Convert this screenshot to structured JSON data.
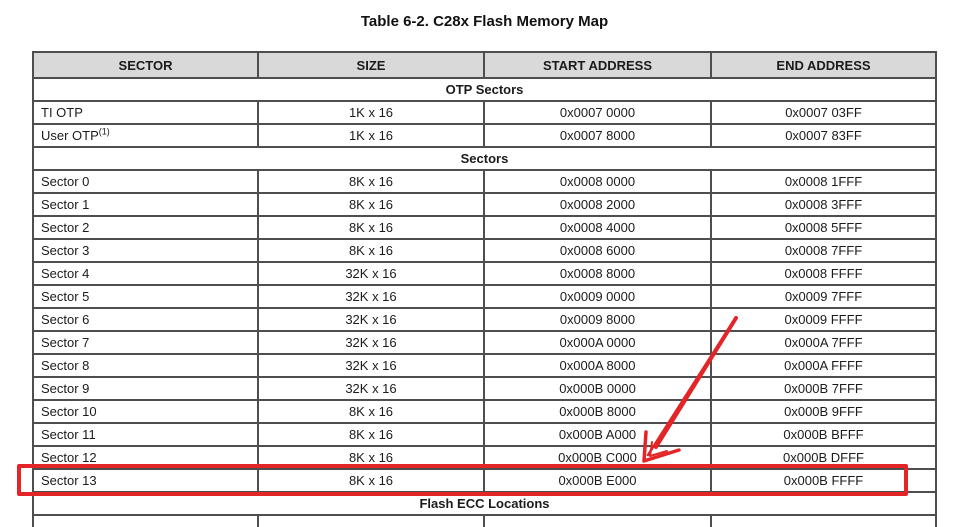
{
  "title": "Table 6-2. C28x Flash Memory Map",
  "table": {
    "columns": [
      "SECTOR",
      "SIZE",
      "START ADDRESS",
      "END ADDRESS"
    ],
    "rows": [
      {
        "type": "section",
        "label": "OTP Sectors"
      },
      {
        "type": "data",
        "cells": [
          "TI OTP",
          "1K x 16",
          "0x0007 0000",
          "0x0007 03FF"
        ]
      },
      {
        "type": "data",
        "cells": [
          "User OTP",
          "1K x 16",
          "0x0007 8000",
          "0x0007 83FF"
        ],
        "sup": "(1)"
      },
      {
        "type": "section",
        "label": "Sectors"
      },
      {
        "type": "data",
        "cells": [
          "Sector 0",
          "8K x 16",
          "0x0008 0000",
          "0x0008 1FFF"
        ]
      },
      {
        "type": "data",
        "cells": [
          "Sector 1",
          "8K x 16",
          "0x0008 2000",
          "0x0008 3FFF"
        ]
      },
      {
        "type": "data",
        "cells": [
          "Sector 2",
          "8K x 16",
          "0x0008 4000",
          "0x0008 5FFF"
        ]
      },
      {
        "type": "data",
        "cells": [
          "Sector 3",
          "8K x 16",
          "0x0008 6000",
          "0x0008 7FFF"
        ]
      },
      {
        "type": "data",
        "cells": [
          "Sector 4",
          "32K x 16",
          "0x0008 8000",
          "0x0008 FFFF"
        ]
      },
      {
        "type": "data",
        "cells": [
          "Sector 5",
          "32K x 16",
          "0x0009 0000",
          "0x0009 7FFF"
        ]
      },
      {
        "type": "data",
        "cells": [
          "Sector 6",
          "32K x 16",
          "0x0009 8000",
          "0x0009 FFFF"
        ]
      },
      {
        "type": "data",
        "cells": [
          "Sector 7",
          "32K x 16",
          "0x000A 0000",
          "0x000A 7FFF"
        ]
      },
      {
        "type": "data",
        "cells": [
          "Sector 8",
          "32K x 16",
          "0x000A 8000",
          "0x000A FFFF"
        ]
      },
      {
        "type": "data",
        "cells": [
          "Sector 9",
          "32K x 16",
          "0x000B 0000",
          "0x000B 7FFF"
        ]
      },
      {
        "type": "data",
        "cells": [
          "Sector 10",
          "8K x 16",
          "0x000B 8000",
          "0x000B 9FFF"
        ]
      },
      {
        "type": "data",
        "cells": [
          "Sector 11",
          "8K x 16",
          "0x000B A000",
          "0x000B BFFF"
        ]
      },
      {
        "type": "data",
        "cells": [
          "Sector 12",
          "8K x 16",
          "0x000B C000",
          "0x000B DFFF"
        ]
      },
      {
        "type": "data",
        "cells": [
          "Sector 13",
          "8K x 16",
          "0x000B E000",
          "0x000B FFFF"
        ],
        "highlighted": true
      },
      {
        "type": "section",
        "label": "Flash ECC Locations"
      },
      {
        "type": "data",
        "cells": [
          "",
          "",
          "",
          ""
        ],
        "partial": true
      }
    ]
  },
  "annotations": {
    "annotation_color": "#e42528",
    "highlighted_row": "Sector 13",
    "arrow_points_to": "0x000B C000"
  },
  "colors": {
    "header_background": "#d9d9d9",
    "grid_line": "#4e4e51",
    "page_background": "#ffffff"
  }
}
